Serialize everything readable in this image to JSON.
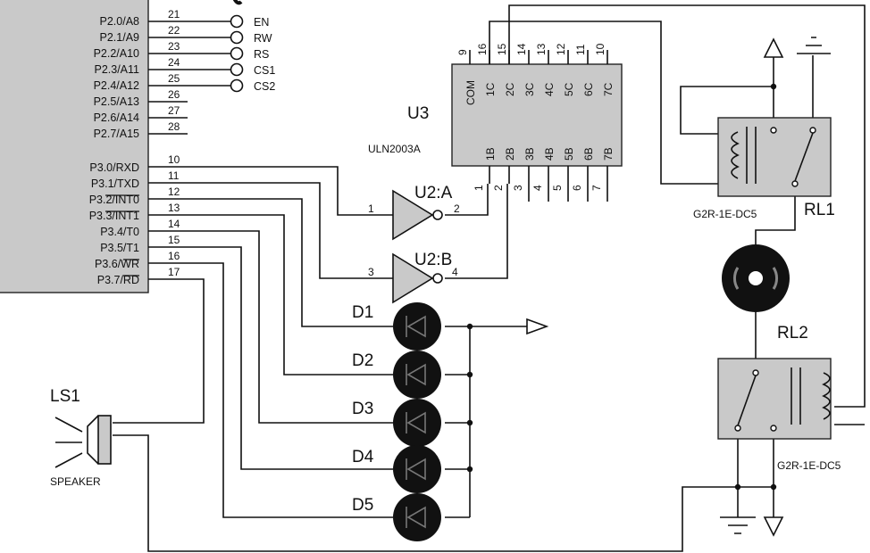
{
  "mcu": {
    "port2": [
      {
        "name": "P2.0/A8",
        "pin": "21",
        "net": "EN"
      },
      {
        "name": "P2.1/A9",
        "pin": "22",
        "net": "RW"
      },
      {
        "name": "P2.2/A10",
        "pin": "23",
        "net": "RS"
      },
      {
        "name": "P2.3/A11",
        "pin": "24",
        "net": "CS1"
      },
      {
        "name": "P2.4/A12",
        "pin": "25",
        "net": "CS2"
      },
      {
        "name": "P2.5/A13",
        "pin": "26",
        "net": ""
      },
      {
        "name": "P2.6/A14",
        "pin": "27",
        "net": ""
      },
      {
        "name": "P2.7/A15",
        "pin": "28",
        "net": ""
      }
    ],
    "port3": [
      {
        "name": "P3.0/RXD",
        "pin": "10"
      },
      {
        "name": "P3.1/TXD",
        "pin": "11"
      },
      {
        "name": "P3.2/INT0",
        "pin": "12"
      },
      {
        "name": "P3.3/INT1",
        "pin": "13"
      },
      {
        "name": "P3.4/T0",
        "pin": "14"
      },
      {
        "name": "P3.5/T1",
        "pin": "15"
      },
      {
        "name": "P3.6/WR",
        "pin": "16"
      },
      {
        "name": "P3.7/RD",
        "pin": "17"
      }
    ]
  },
  "u3": {
    "ref": "U3",
    "part": "ULN2003A",
    "top_pins": [
      {
        "num": "9",
        "name": "COM"
      },
      {
        "num": "16",
        "name": "1C"
      },
      {
        "num": "15",
        "name": "2C"
      },
      {
        "num": "14",
        "name": "3C"
      },
      {
        "num": "13",
        "name": "4C"
      },
      {
        "num": "12",
        "name": "5C"
      },
      {
        "num": "11",
        "name": "6C"
      },
      {
        "num": "10",
        "name": "7C"
      }
    ],
    "bottom_pins": [
      {
        "num": "1",
        "name": "1B"
      },
      {
        "num": "2",
        "name": "2B"
      },
      {
        "num": "3",
        "name": "3B"
      },
      {
        "num": "4",
        "name": "4B"
      },
      {
        "num": "5",
        "name": "5B"
      },
      {
        "num": "6",
        "name": "6B"
      },
      {
        "num": "7",
        "name": "7B"
      }
    ]
  },
  "inverters": [
    {
      "ref": "U2:A",
      "in_pin": "1",
      "out_pin": "2"
    },
    {
      "ref": "U2:B",
      "in_pin": "3",
      "out_pin": "4"
    }
  ],
  "leds": [
    "D1",
    "D2",
    "D3",
    "D4",
    "D5"
  ],
  "relays": [
    {
      "ref": "RL1",
      "part": "G2R-1E-DC5"
    },
    {
      "ref": "RL2",
      "part": "G2R-1E-DC5"
    }
  ],
  "speaker": {
    "ref": "LS1",
    "part": "SPEAKER"
  }
}
